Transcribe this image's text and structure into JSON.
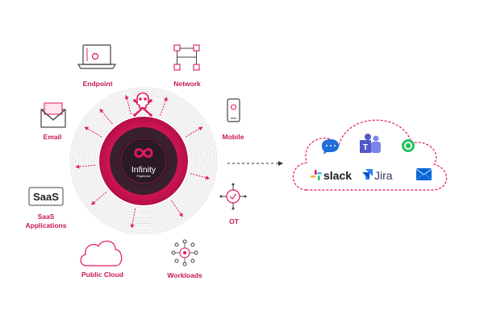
{
  "center": {
    "title": "Infinity",
    "subtitle": "Playblocks"
  },
  "categories": {
    "endpoint": "Endpoint",
    "network": "Network",
    "email": "Email",
    "mobile": "Mobile",
    "saas_applications": "SaaS\nApplications",
    "saas_icon_word": "SaaS",
    "ot": "OT",
    "public_cloud": "Public Cloud",
    "workloads": "Workloads"
  },
  "cloud_apps": {
    "slack": "slack",
    "jira": "Jira"
  },
  "colors": {
    "brand": "#e2185b",
    "label": "#c8175a",
    "ring_dark": "#2a1a24"
  },
  "icons": {
    "threat": "skull-crossbones-icon",
    "endpoint": "laptop-icon",
    "network": "network-topology-icon",
    "email": "envelope-icon",
    "mobile": "smartphone-icon",
    "saas": "saas-text-icon",
    "ot": "ot-device-icon",
    "public_cloud": "cloud-outline-icon",
    "workloads": "workload-nodes-icon",
    "center": "infinity-logo-icon"
  }
}
